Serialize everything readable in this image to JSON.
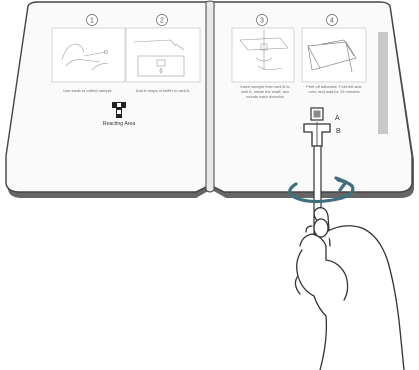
{
  "left_page": {
    "steps": [
      {
        "number": "1",
        "caption": "Use swab to collect sample."
      },
      {
        "number": "2",
        "caption": "Add 6 drops of buffer to well A."
      }
    ],
    "reacting_area_label": "Reacting Area"
  },
  "right_page": {
    "steps": [
      {
        "number": "3",
        "caption_lines": [
          "Insert sample from well B to",
          "well A, rotate the shaft, two",
          "rounds each direction"
        ]
      },
      {
        "number": "4",
        "caption_lines": [
          "Peel off adhesive. Fold left side",
          "over, and wait for 15 minutes"
        ]
      }
    ]
  },
  "well_labels": {
    "a": "A",
    "b": "B"
  },
  "colors": {
    "rotation_arrow": "#3f6f7f",
    "outline": "#444444",
    "side_strip": "#c8c8c8"
  }
}
